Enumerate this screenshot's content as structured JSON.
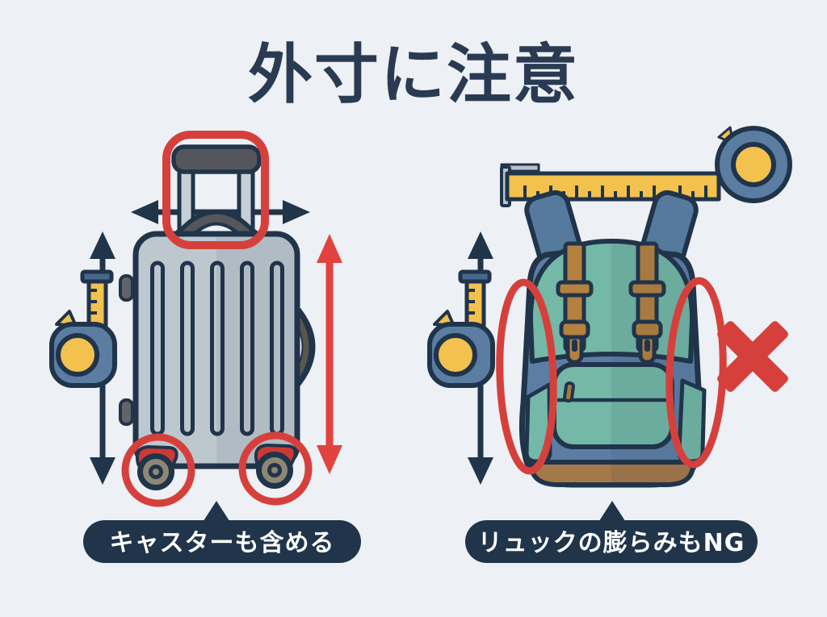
{
  "title": "外寸に注意",
  "left_panel": {
    "caption": "キャスターも含める",
    "subject": "suitcase",
    "icons": [
      "tape-measure-icon",
      "height-arrow-icon",
      "width-arrow-icon",
      "red-height-arrow-icon",
      "handle-highlight-box",
      "wheel-highlight-rings"
    ]
  },
  "right_panel": {
    "caption": "リュックの膨らみもNG",
    "subject": "backpack",
    "icons": [
      "tape-measure-icon",
      "height-arrow-icon",
      "horizontal-ruler-icon",
      "bulge-highlight-ovals",
      "red-x-icon"
    ]
  },
  "palette": {
    "background": "#edf0f4",
    "outline_navy": "#20344a",
    "title_navy": "#2a3a52",
    "highlight_red": "#d6403c",
    "arrow_red": "#e2423e",
    "caption_bg": "#20344a",
    "caption_text": "#ffffff",
    "suitcase_shell": "#bcc7ce",
    "tape_body_blue": "#5b7da1",
    "tape_yellow": "#f2c14e",
    "backpack_body_blue": "#5d7ea4",
    "backpack_flap_teal": "#74b8a7",
    "strap_tan": "#b5813f",
    "backpack_bottom_brown": "#a5784a",
    "wheel_gray": "#8d8775"
  }
}
